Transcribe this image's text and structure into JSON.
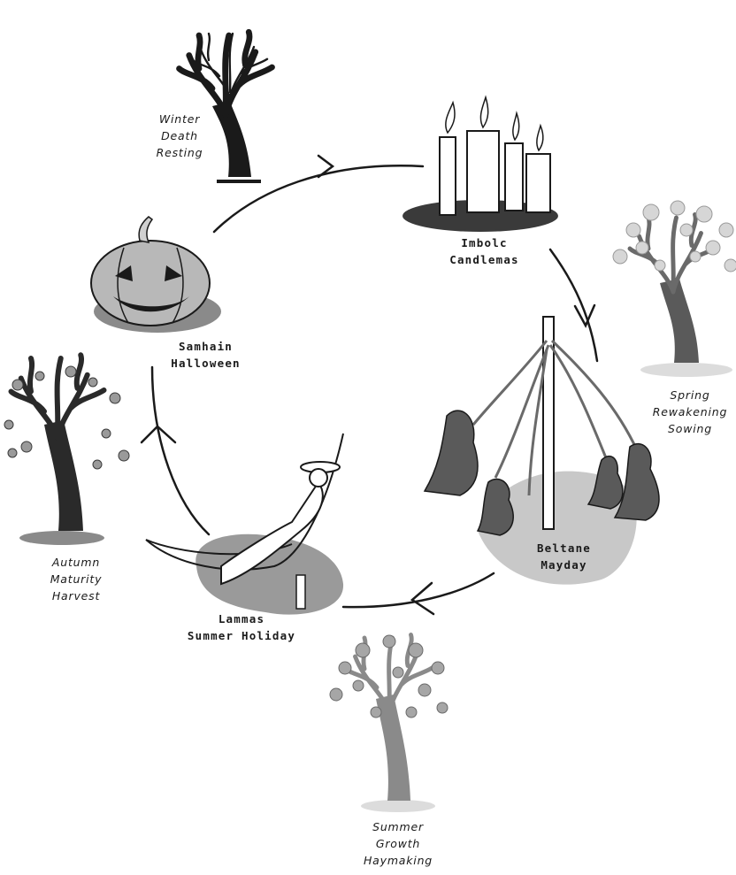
{
  "festivals": {
    "imbolc": {
      "name": "Imbolc",
      "alt": "Candlemas"
    },
    "beltane": {
      "name": "Beltane",
      "alt": "Mayday"
    },
    "lammas": {
      "name": "Lammas",
      "alt": "Summer Holiday"
    },
    "samhain": {
      "name": "Samhain",
      "alt": "Halloween"
    }
  },
  "seasons": {
    "winter": [
      "Winter",
      "Death",
      "Resting"
    ],
    "spring": [
      "Spring",
      "Rewakening",
      "Sowing"
    ],
    "summer": [
      "Summer",
      "Growth",
      "Haymaking"
    ],
    "autumn": [
      "Autumn",
      "Maturity",
      "Harvest"
    ]
  }
}
